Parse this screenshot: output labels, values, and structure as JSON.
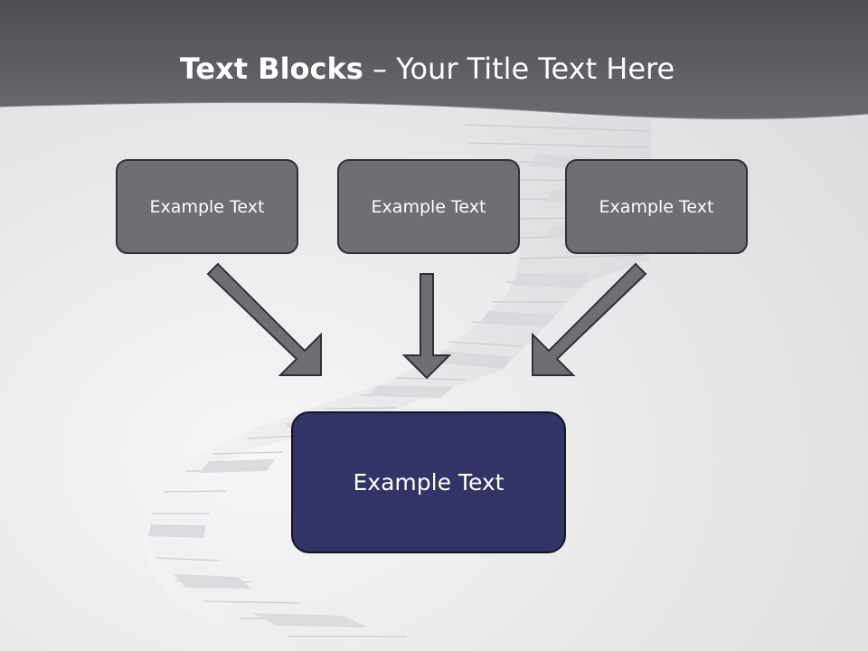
{
  "slide": {
    "title_bold": "Text Blocks",
    "title_rest": " – Your Title Text Here"
  },
  "blocks": [
    {
      "label": "Example Text"
    },
    {
      "label": "Example Text"
    },
    {
      "label": "Example Text"
    }
  ],
  "target": {
    "label": "Example Text"
  },
  "colors": {
    "header": "#555559",
    "small_box": "#6e6e74",
    "target_box": "#333466",
    "arrow": "#6e6e74",
    "arrow_outline": "#2f3034"
  },
  "icons": {
    "arrows": [
      "down-right-arrow-icon",
      "down-arrow-icon",
      "down-left-arrow-icon"
    ]
  }
}
